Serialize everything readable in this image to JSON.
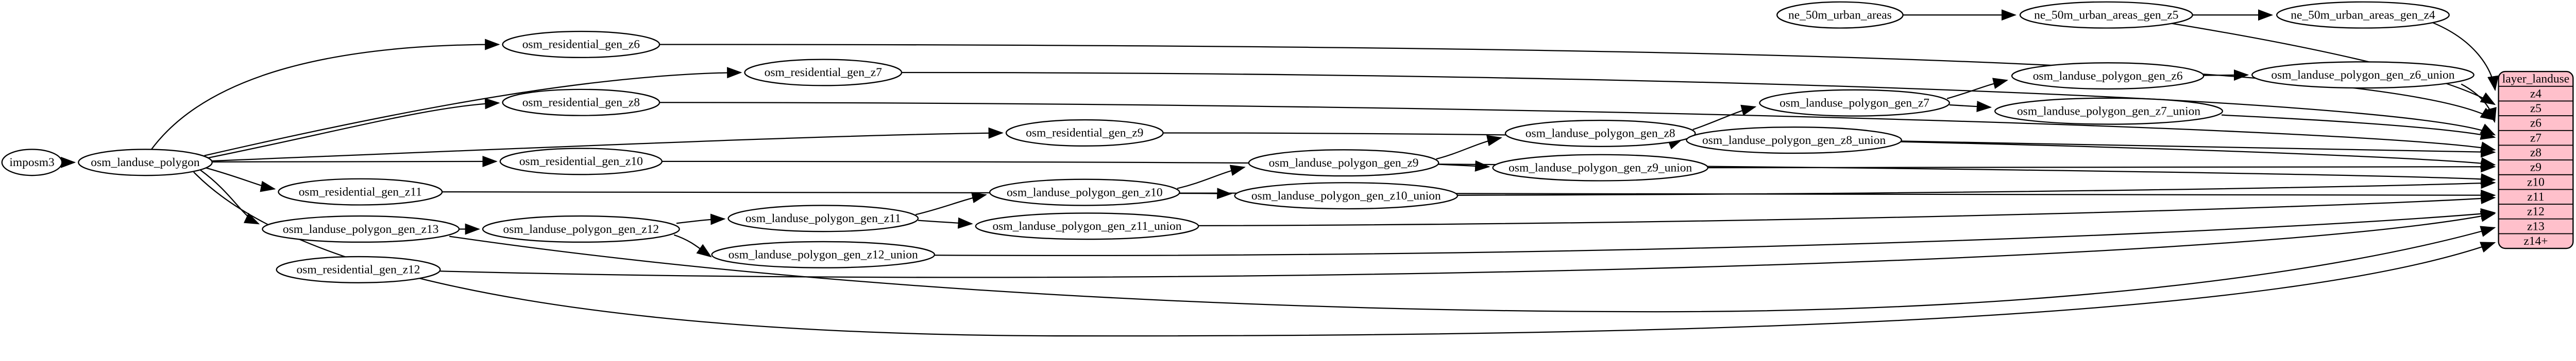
{
  "diagram": {
    "kind": "etl-dependency-graph",
    "background": "#ffffff",
    "node_fill": "#ffffff",
    "node_stroke": "#000000",
    "edge_color": "#000000"
  },
  "nodes": [
    {
      "id": "imposm3",
      "label": "imposm3"
    },
    {
      "id": "osm_landuse_polygon",
      "label": "osm_landuse_polygon"
    },
    {
      "id": "osm_residential_gen_z6",
      "label": "osm_residential_gen_z6"
    },
    {
      "id": "osm_residential_gen_z7",
      "label": "osm_residential_gen_z7"
    },
    {
      "id": "osm_residential_gen_z8",
      "label": "osm_residential_gen_z8"
    },
    {
      "id": "osm_residential_gen_z9",
      "label": "osm_residential_gen_z9"
    },
    {
      "id": "osm_residential_gen_z10",
      "label": "osm_residential_gen_z10"
    },
    {
      "id": "osm_residential_gen_z11",
      "label": "osm_residential_gen_z11"
    },
    {
      "id": "osm_residential_gen_z12",
      "label": "osm_residential_gen_z12"
    },
    {
      "id": "osm_landuse_polygon_gen_z13",
      "label": "osm_landuse_polygon_gen_z13"
    },
    {
      "id": "osm_landuse_polygon_gen_z12",
      "label": "osm_landuse_polygon_gen_z12"
    },
    {
      "id": "osm_landuse_polygon_gen_z11",
      "label": "osm_landuse_polygon_gen_z11"
    },
    {
      "id": "osm_landuse_polygon_gen_z10",
      "label": "osm_landuse_polygon_gen_z10"
    },
    {
      "id": "osm_landuse_polygon_gen_z9",
      "label": "osm_landuse_polygon_gen_z9"
    },
    {
      "id": "osm_landuse_polygon_gen_z8",
      "label": "osm_landuse_polygon_gen_z8"
    },
    {
      "id": "osm_landuse_polygon_gen_z7",
      "label": "osm_landuse_polygon_gen_z7"
    },
    {
      "id": "osm_landuse_polygon_gen_z6",
      "label": "osm_landuse_polygon_gen_z6"
    },
    {
      "id": "osm_landuse_polygon_gen_z12_union",
      "label": "osm_landuse_polygon_gen_z12_union"
    },
    {
      "id": "osm_landuse_polygon_gen_z11_union",
      "label": "osm_landuse_polygon_gen_z11_union"
    },
    {
      "id": "osm_landuse_polygon_gen_z10_union",
      "label": "osm_landuse_polygon_gen_z10_union"
    },
    {
      "id": "osm_landuse_polygon_gen_z9_union",
      "label": "osm_landuse_polygon_gen_z9_union"
    },
    {
      "id": "osm_landuse_polygon_gen_z8_union",
      "label": "osm_landuse_polygon_gen_z8_union"
    },
    {
      "id": "osm_landuse_polygon_gen_z7_union",
      "label": "osm_landuse_polygon_gen_z7_union"
    },
    {
      "id": "osm_landuse_polygon_gen_z6_union",
      "label": "osm_landuse_polygon_gen_z6_union"
    },
    {
      "id": "ne_50m_urban_areas",
      "label": "ne_50m_urban_areas"
    },
    {
      "id": "ne_50m_urban_areas_gen_z5",
      "label": "ne_50m_urban_areas_gen_z5"
    },
    {
      "id": "ne_50m_urban_areas_gen_z4",
      "label": "ne_50m_urban_areas_gen_z4"
    }
  ],
  "edges": [
    {
      "from": "imposm3",
      "to": "osm_landuse_polygon"
    },
    {
      "from": "osm_landuse_polygon",
      "to": "osm_residential_gen_z6"
    },
    {
      "from": "osm_landuse_polygon",
      "to": "osm_residential_gen_z7"
    },
    {
      "from": "osm_landuse_polygon",
      "to": "osm_residential_gen_z8"
    },
    {
      "from": "osm_landuse_polygon",
      "to": "osm_residential_gen_z9"
    },
    {
      "from": "osm_landuse_polygon",
      "to": "osm_residential_gen_z10"
    },
    {
      "from": "osm_landuse_polygon",
      "to": "osm_residential_gen_z11"
    },
    {
      "from": "osm_landuse_polygon",
      "to": "osm_residential_gen_z12"
    },
    {
      "from": "osm_landuse_polygon",
      "to": "osm_landuse_polygon_gen_z13"
    },
    {
      "from": "osm_landuse_polygon",
      "to": "layer:z14+"
    },
    {
      "from": "osm_landuse_polygon_gen_z13",
      "to": "osm_landuse_polygon_gen_z12"
    },
    {
      "from": "osm_landuse_polygon_gen_z13",
      "to": "layer:z13"
    },
    {
      "from": "osm_landuse_polygon_gen_z12",
      "to": "osm_landuse_polygon_gen_z11"
    },
    {
      "from": "osm_landuse_polygon_gen_z12",
      "to": "osm_landuse_polygon_gen_z12_union"
    },
    {
      "from": "osm_landuse_polygon_gen_z11",
      "to": "osm_landuse_polygon_gen_z10"
    },
    {
      "from": "osm_landuse_polygon_gen_z11",
      "to": "osm_landuse_polygon_gen_z11_union"
    },
    {
      "from": "osm_landuse_polygon_gen_z10",
      "to": "osm_landuse_polygon_gen_z9"
    },
    {
      "from": "osm_landuse_polygon_gen_z10",
      "to": "osm_landuse_polygon_gen_z10_union"
    },
    {
      "from": "osm_landuse_polygon_gen_z9",
      "to": "osm_landuse_polygon_gen_z8"
    },
    {
      "from": "osm_landuse_polygon_gen_z9",
      "to": "osm_landuse_polygon_gen_z9_union"
    },
    {
      "from": "osm_landuse_polygon_gen_z8",
      "to": "osm_landuse_polygon_gen_z7"
    },
    {
      "from": "osm_landuse_polygon_gen_z8",
      "to": "osm_landuse_polygon_gen_z8_union"
    },
    {
      "from": "osm_landuse_polygon_gen_z7",
      "to": "osm_landuse_polygon_gen_z6"
    },
    {
      "from": "osm_landuse_polygon_gen_z7",
      "to": "osm_landuse_polygon_gen_z7_union"
    },
    {
      "from": "osm_landuse_polygon_gen_z6",
      "to": "osm_landuse_polygon_gen_z6_union"
    },
    {
      "from": "ne_50m_urban_areas",
      "to": "ne_50m_urban_areas_gen_z5"
    },
    {
      "from": "ne_50m_urban_areas_gen_z5",
      "to": "ne_50m_urban_areas_gen_z4"
    },
    {
      "from": "ne_50m_urban_areas_gen_z4",
      "to": "layer:z4"
    },
    {
      "from": "ne_50m_urban_areas_gen_z5",
      "to": "layer:z5"
    },
    {
      "from": "osm_residential_gen_z6",
      "to": "layer:z6"
    },
    {
      "from": "osm_residential_gen_z7",
      "to": "layer:z7"
    },
    {
      "from": "osm_residential_gen_z8",
      "to": "layer:z8"
    },
    {
      "from": "osm_residential_gen_z9",
      "to": "layer:z9"
    },
    {
      "from": "osm_residential_gen_z10",
      "to": "layer:z10"
    },
    {
      "from": "osm_residential_gen_z11",
      "to": "layer:z11"
    },
    {
      "from": "osm_residential_gen_z12",
      "to": "layer:z12"
    },
    {
      "from": "osm_landuse_polygon_gen_z6_union",
      "to": "layer:z6"
    },
    {
      "from": "osm_landuse_polygon_gen_z7_union",
      "to": "layer:z7"
    },
    {
      "from": "osm_landuse_polygon_gen_z8_union",
      "to": "layer:z8"
    },
    {
      "from": "osm_landuse_polygon_gen_z9_union",
      "to": "layer:z9"
    },
    {
      "from": "osm_landuse_polygon_gen_z10_union",
      "to": "layer:z10"
    },
    {
      "from": "osm_landuse_polygon_gen_z11_union",
      "to": "layer:z11"
    },
    {
      "from": "osm_landuse_polygon_gen_z12_union",
      "to": "layer:z12"
    }
  ],
  "layer_table": {
    "title": "layer_landuse",
    "rows": [
      "z4",
      "z5",
      "z6",
      "z7",
      "z8",
      "z9",
      "z10",
      "z11",
      "z12",
      "z13",
      "z14+"
    ],
    "fill_color": "#ffc0cb",
    "border_color": "#000000"
  }
}
